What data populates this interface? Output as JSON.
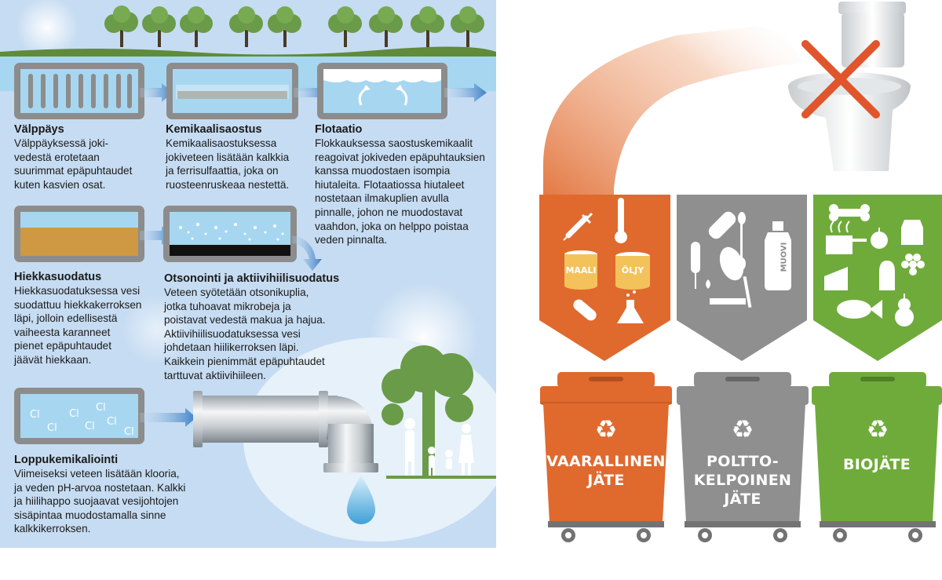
{
  "steps": {
    "valppays": {
      "title": "Välppäys",
      "lines": [
        "Välppäyksessä joki-",
        "vedestä erotetaan",
        "suurimmat epäpuhtaudet",
        "kuten kasvien osat."
      ]
    },
    "kemikaalisaostus": {
      "title": "Kemikaalisaostus",
      "lines": [
        "Kemikaalisaostuksessa",
        "jokiveteen lisätään kalkkia",
        "ja ferrisulfaattia, joka on",
        "ruosteenruskeaa nestettä."
      ]
    },
    "flotaatio": {
      "title": "Flotaatio",
      "lines": [
        "Flokkauksessa saostuskemikaalit",
        "reagoivat jokiveden epäpuhtauksien",
        "kanssa muodostaen isompia",
        "hiutaleita. Flotaatiossa hiutaleet",
        "nostetaan ilmakuplien avulla",
        "pinnalle, johon ne muodostavat",
        "vaahdon, joka on helppo poistaa",
        "veden pinnalta."
      ]
    },
    "hiekkasuodatus": {
      "title": "Hiekkasuodatus",
      "lines": [
        "Hiekkasuodatuksessa vesi",
        "suodattuu hiekkakerroksen",
        "läpi, jolloin edellisestä",
        "vaiheesta karanneet",
        "pienet epäpuhtaudet",
        "jäävät hiekkaan."
      ]
    },
    "otsonointi": {
      "title": "Otsonointi ja aktiivihiilisuodatus",
      "lines": [
        "Veteen syötetään otsonikuplia,",
        "jotka tuhoavat mikrobeja ja",
        "poistavat vedestä makua ja hajua.",
        "Aktiivihiilisuodatuksessa vesi",
        "johdetaan hiilikerroksen läpi.",
        "Kaikkein pienimmät epäpuhtaudet",
        "tarttuvat aktiivihiileen."
      ]
    },
    "loppukemikalointi": {
      "title": "Loppukemikaliointi",
      "lines": [
        "Viimeiseksi veteen lisätään klooria,",
        "ja veden pH-arvoa nostetaan. Kalkki",
        "ja hiilihappo suojaavat vesijohtojen",
        "sisäpintaa muodostamalla sinne",
        "kalkkikerroksen."
      ]
    }
  },
  "chlorine_symbol": "Cl",
  "cans": {
    "paint": "MAALI",
    "oil": "ÖLJY"
  },
  "bottle_label": "MUOVI",
  "bins": {
    "hazardous": {
      "label": "VAARALLINEN\nJÄTE",
      "color": "#e0692e"
    },
    "burnable": {
      "label": "POLTTO-\nKELPOINEN\nJÄTE",
      "color": "#8f8f8f"
    },
    "bio": {
      "label": "BIOJÄTE",
      "color": "#6fab3b"
    }
  },
  "colors": {
    "water": "#a7d6f0",
    "tank_border": "#8c8c8c",
    "background_left": "#c6dcf2",
    "tree_green": "#6a9b48",
    "cross_red": "#e0552b"
  },
  "icons": {
    "hazardous": [
      "syringe-icon",
      "thermometer-icon",
      "paint-can-icon",
      "oil-can-icon",
      "capsule-icon",
      "chemical-flask-icon"
    ],
    "burnable": [
      "tampon-icon",
      "plaster-icon",
      "cotton-swab-icon",
      "mirror-icon",
      "cigarette-icon",
      "plastic-bottle-icon"
    ],
    "bio": [
      "bone-icon",
      "steaming-pot-icon",
      "apple-icon",
      "milk-carton-icon",
      "cheese-icon",
      "bread-icon",
      "grapes-icon",
      "fish-icon",
      "pear-icon"
    ]
  }
}
